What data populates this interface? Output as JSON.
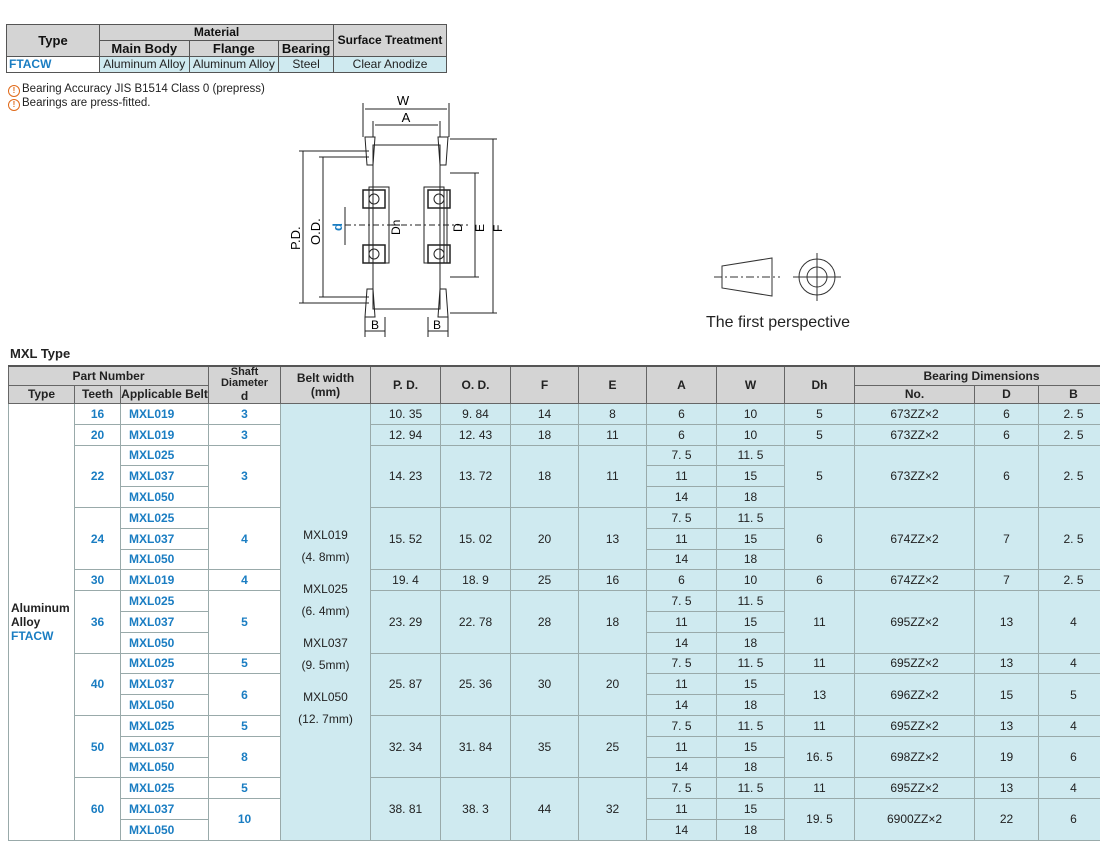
{
  "material_table": {
    "headers": {
      "type": "Type",
      "material": "Material",
      "main_body": "Main Body",
      "flange": "Flange",
      "bearing": "Bearing",
      "surface": "Surface Treatment"
    },
    "row": {
      "type": "FTACW",
      "main_body": "Aluminum Alloy",
      "flange": "Aluminum Alloy",
      "bearing": "Steel",
      "surface": "Clear Anodize"
    }
  },
  "notes": [
    "Bearing Accuracy JIS B1514 Class 0 (prepress)",
    "Bearings are press-fitted."
  ],
  "drawing": {
    "W": "W",
    "A": "A",
    "B": "B",
    "PD": "P.D.",
    "OD": "O.D.",
    "d": "d",
    "Dh": "Dh",
    "D": "D",
    "E": "E",
    "F": "F"
  },
  "perspective": "The first perspective",
  "section_title": "MXL Type",
  "headers": {
    "part_number": "Part Number",
    "shaft": "Shaft Diameter",
    "shaft_d": "d",
    "belt_width": "Belt width",
    "belt_unit": "(mm)",
    "pd": "P. D.",
    "od": "O. D.",
    "f": "F",
    "e": "E",
    "a": "A",
    "w": "W",
    "dh": "Dh",
    "bearing_dims": "Bearing Dimensions",
    "type": "Type",
    "teeth": "Teeth",
    "applicable_belt": "Applicable Belt",
    "no": "No.",
    "d": "D",
    "b": "B"
  },
  "type_cell": {
    "line1": "Aluminum",
    "line2": "Alloy",
    "line3": "FTACW"
  },
  "belt_widths": [
    "MXL019",
    "(4. 8mm)",
    "MXL025",
    "(6. 4mm)",
    "MXL037",
    "(9. 5mm)",
    "MXL050",
    "(12. 7mm)"
  ],
  "rows": [
    {
      "teeth": "16",
      "belt": "MXL019",
      "d": "3",
      "pd": "10. 35",
      "od": "9. 84",
      "f": "14",
      "e": "8",
      "a": "6",
      "w": "10",
      "dh": "5",
      "no": "673ZZ×2",
      "bd": "6",
      "bb": "2. 5"
    },
    {
      "teeth": "20",
      "belt": "MXL019",
      "d": "3",
      "pd": "12. 94",
      "od": "12. 43",
      "f": "18",
      "e": "11",
      "a": "6",
      "w": "10",
      "dh": "5",
      "no": "673ZZ×2",
      "bd": "6",
      "bb": "2. 5"
    },
    {
      "teeth": "22",
      "belts": [
        "MXL025",
        "MXL037",
        "MXL050"
      ],
      "d": "3",
      "pd": "14. 23",
      "od": "13. 72",
      "f": "18",
      "e": "11",
      "a": [
        "7. 5",
        "11",
        "14"
      ],
      "w": [
        "11. 5",
        "15",
        "18"
      ],
      "dh": "5",
      "no": "673ZZ×2",
      "bd": "6",
      "bb": "2. 5"
    },
    {
      "teeth": "24",
      "belts": [
        "MXL025",
        "MXL037",
        "MXL050"
      ],
      "d": "4",
      "pd": "15. 52",
      "od": "15. 02",
      "f": "20",
      "e": "13",
      "a": [
        "7. 5",
        "11",
        "14"
      ],
      "w": [
        "11. 5",
        "15",
        "18"
      ],
      "dh": "6",
      "no": "674ZZ×2",
      "bd": "7",
      "bb": "2. 5"
    },
    {
      "teeth": "30",
      "belt": "MXL019",
      "d": "4",
      "pd": "19. 4",
      "od": "18. 9",
      "f": "25",
      "e": "16",
      "a": "6",
      "w": "10",
      "dh": "6",
      "no": "674ZZ×2",
      "bd": "7",
      "bb": "2. 5"
    },
    {
      "teeth": "36",
      "belts": [
        "MXL025",
        "MXL037",
        "MXL050"
      ],
      "d": "5",
      "pd": "23. 29",
      "od": "22. 78",
      "f": "28",
      "e": "18",
      "a": [
        "7. 5",
        "11",
        "14"
      ],
      "w": [
        "11. 5",
        "15",
        "18"
      ],
      "dh": "11",
      "no": "695ZZ×2",
      "bd": "13",
      "bb": "4"
    },
    {
      "teeth": "40",
      "belts": [
        "MXL025",
        "MXL037",
        "MXL050"
      ],
      "ds": [
        "5",
        "6"
      ],
      "pd": "25. 87",
      "od": "25. 36",
      "f": "30",
      "e": "20",
      "a": [
        "7. 5",
        "11",
        "14"
      ],
      "w": [
        "11. 5",
        "15",
        "18"
      ],
      "dhs": [
        "11",
        "13"
      ],
      "nos": [
        "695ZZ×2",
        "696ZZ×2"
      ],
      "bds": [
        "13",
        "15"
      ],
      "bbs": [
        "4",
        "5"
      ]
    },
    {
      "teeth": "50",
      "belts": [
        "MXL025",
        "MXL037",
        "MXL050"
      ],
      "ds": [
        "5",
        "8"
      ],
      "pd": "32. 34",
      "od": "31. 84",
      "f": "35",
      "e": "25",
      "a": [
        "7. 5",
        "11",
        "14"
      ],
      "w": [
        "11. 5",
        "15",
        "18"
      ],
      "dhs": [
        "11",
        "16. 5"
      ],
      "nos": [
        "695ZZ×2",
        "698ZZ×2"
      ],
      "bds": [
        "13",
        "19"
      ],
      "bbs": [
        "4",
        "6"
      ]
    },
    {
      "teeth": "60",
      "belts": [
        "MXL025",
        "MXL037",
        "MXL050"
      ],
      "ds": [
        "5",
        "10"
      ],
      "pd": "38. 81",
      "od": "38. 3",
      "f": "44",
      "e": "32",
      "a": [
        "7. 5",
        "11",
        "14"
      ],
      "w": [
        "11. 5",
        "15",
        "18"
      ],
      "dhs": [
        "11",
        "19. 5"
      ],
      "nos": [
        "695ZZ×2",
        "6900ZZ×2"
      ],
      "bds": [
        "13",
        "22"
      ],
      "bbs": [
        "4",
        "6"
      ]
    }
  ]
}
